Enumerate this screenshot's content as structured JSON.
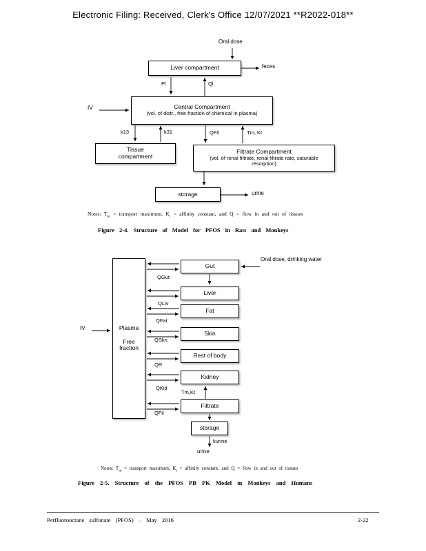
{
  "header": {
    "title": "Electronic Filing: Received, Clerk's Office 12/07/2021 **R2022-018**"
  },
  "figure1": {
    "oral_dose": "Oral dose",
    "liver_box": "Liver compartment",
    "feces": "feces",
    "pl": "Pl",
    "ql": "Ql",
    "iv": "IV",
    "central_title": "Central Compartment",
    "central_sub": "(vol. of distr., free fraction of chemical in plasma)",
    "k13": "k13",
    "k31": "k31",
    "qfil": "QFil",
    "tm_kt": "Tm, Kt",
    "tissue_box": "Tissue\ncompartment",
    "filtrate_title": "Filtrate Compartment",
    "filtrate_sub": "(vol. of renal filtrate, renal filtrate rate, saturable resorption)",
    "storage": "storage",
    "urine": "urine",
    "notes": {
      "p0": "Notes: T",
      "s0": "m",
      "p1": " = transport maximum, K",
      "s1": "t",
      "p2": " = affinity constant, and Q = flow in and out of tissues"
    },
    "caption": "Figure 2-4. Structure of Model for PFOS in Rats and Monkeys"
  },
  "figure2": {
    "iv": "IV",
    "plasma_box": "Plasma\n\nFree\nfraction",
    "oral_dose": "Oral dose, drinking water",
    "gut": "Gut",
    "liver": "Liver",
    "fat": "Fat",
    "skin": "Skin",
    "rest_of_body": "Rest of body",
    "kidney": "Kidney",
    "filtrate": "Filtrate",
    "storage": "storage",
    "q_gut": "QGut",
    "q_liv": "QLiv",
    "q_fat": "QFat",
    "q_skn": "QSkn",
    "q_r": "QR",
    "q_kid": "QKid",
    "q_fil": "QFil",
    "tm_kt": "Tm,Kt",
    "k_urine": "kurine",
    "urine": "urine",
    "notes": {
      "p0": "Notes: T",
      "s0": "m",
      "p1": " = transport maximum, K",
      "s1": "t",
      "p2": " = affinity constant, and Q = flow in and out of tissues"
    },
    "caption": "Figure 2-5. Structure of the PFOS PB PK Model in Monkeys and Humans"
  },
  "footer": {
    "left": "Perfluorooctane sulfonate (PFOS) – May 2016",
    "right": "2-22"
  }
}
